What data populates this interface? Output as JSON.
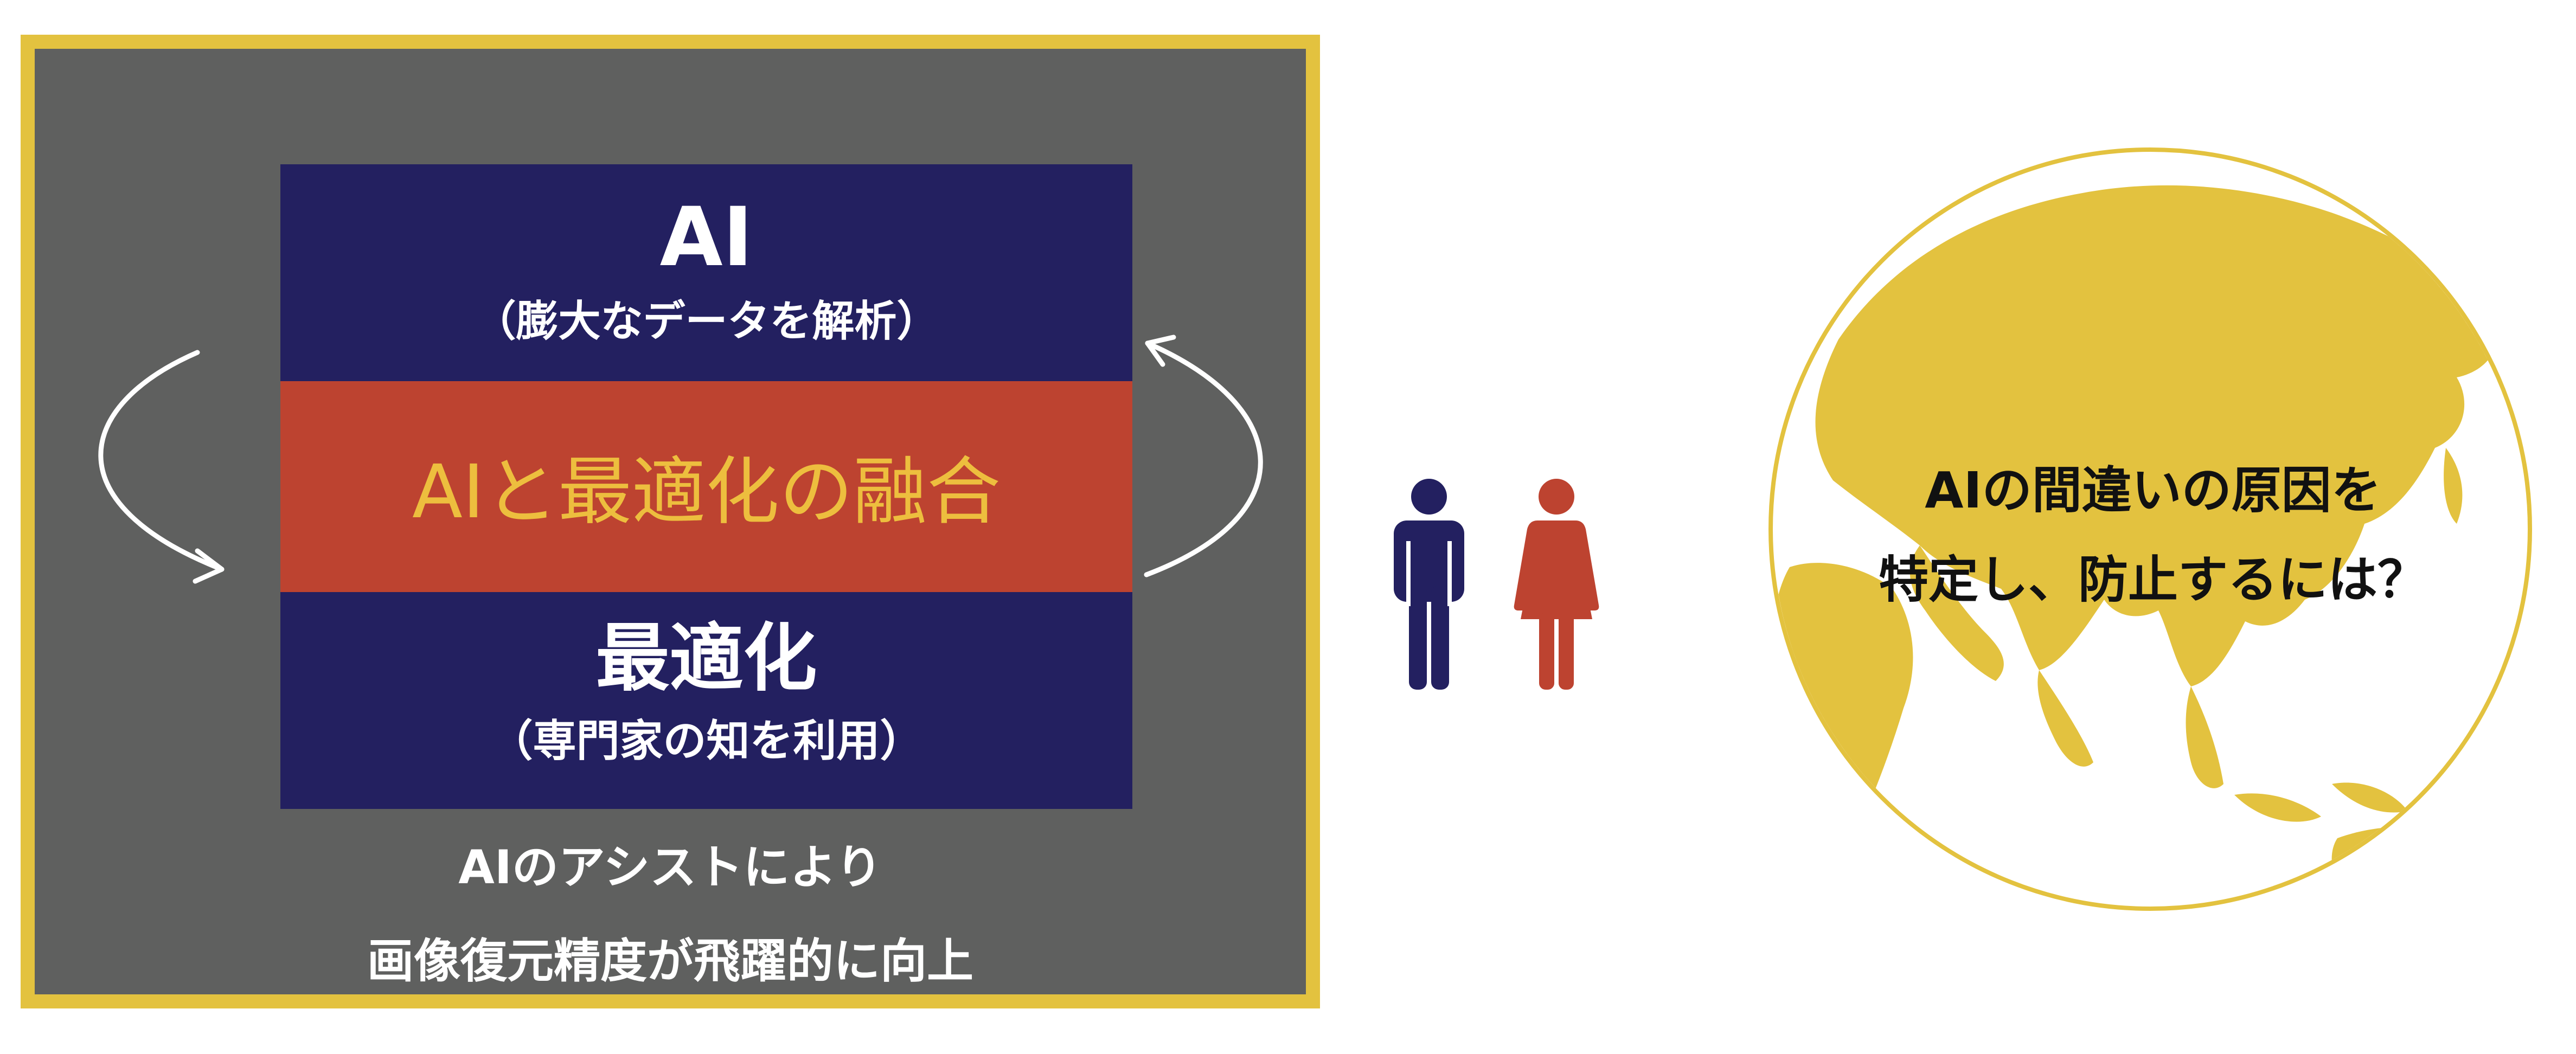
{
  "ai_block": {
    "title": "AI",
    "subtitle": "（膨大なデータを解析）"
  },
  "fusion_block": {
    "label": "AIと最適化の融合"
  },
  "optimization_block": {
    "title": "最適化",
    "subtitle": "（専門家の知を利用）"
  },
  "caption": {
    "line1": "AIのアシストにより",
    "line2": "画像復元精度が飛躍的に向上"
  },
  "globe": {
    "question_line1": "AIの間違いの原因を",
    "question_line2": "特定し、防止するには？"
  },
  "colors": {
    "panel_bg": "#5f605f",
    "panel_border": "#e3c23f",
    "navy": "#232060",
    "red": "#bd4330",
    "gold_text": "#edbe3e",
    "globe": "#e3c23f",
    "person_male": "#232060",
    "person_female": "#bd4330"
  },
  "icons": [
    "male-person-icon",
    "female-person-icon",
    "cycle-arrow-left",
    "cycle-arrow-right",
    "globe-icon"
  ]
}
